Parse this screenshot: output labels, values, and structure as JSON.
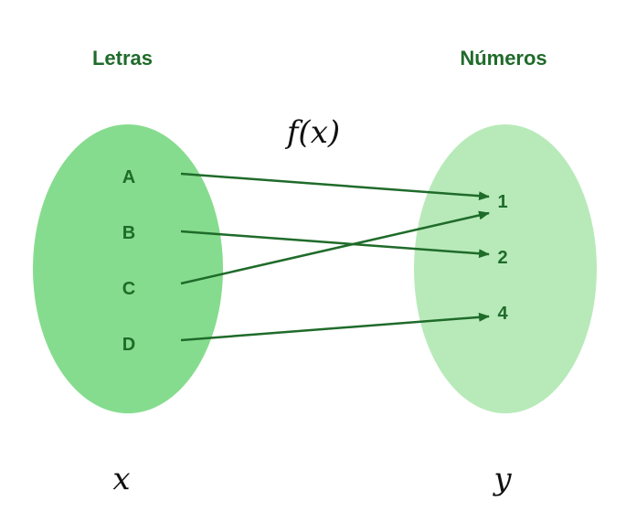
{
  "domain": {
    "title": "Letras",
    "variable": "x",
    "fill": "#86dc8e",
    "elements": [
      "A",
      "B",
      "C",
      "D"
    ]
  },
  "codomain": {
    "title": "Números",
    "variable": "y",
    "fill": "#b8eab9",
    "elements": [
      "1",
      "2",
      "4"
    ]
  },
  "function_label": "f(x)",
  "mapping": [
    {
      "from": "A",
      "to": "1"
    },
    {
      "from": "B",
      "to": "2"
    },
    {
      "from": "C",
      "to": "1"
    },
    {
      "from": "D",
      "to": "4"
    }
  ],
  "colors": {
    "text": "#1f6b2a",
    "arrow": "#1f6b2a",
    "math": "#111111"
  }
}
